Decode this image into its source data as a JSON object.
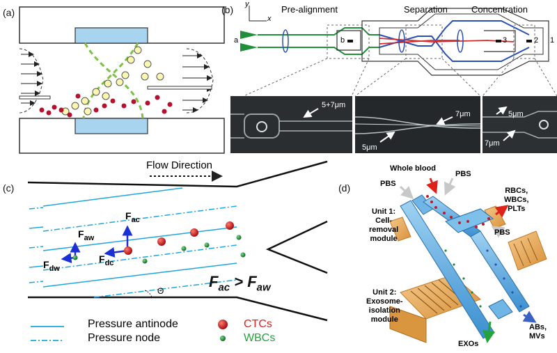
{
  "panel_labels": {
    "a": "(a)",
    "b": "(b)",
    "c": "(c)",
    "d": "(d)"
  },
  "panel_b": {
    "axis_x": "x",
    "axis_y": "y",
    "stage_labels": [
      "Pre-alignment",
      "Separation",
      "Concentration"
    ],
    "inlet_label": "a",
    "node_labels": [
      "b",
      "3",
      "2",
      "1"
    ],
    "micrograph_labels": [
      "5+7μm",
      "7μm",
      "5μm",
      "5μm",
      "7μm"
    ]
  },
  "panel_c": {
    "flow_direction": "Flow Direction",
    "forces": {
      "ac_base": "F",
      "ac_sub": "ac",
      "aw_base": "F",
      "aw_sub": "aw",
      "dc_base": "F",
      "dc_sub": "dc",
      "dw_base": "F",
      "dw_sub": "dw"
    },
    "condition": {
      "lhs_base": "F",
      "lhs_sub": "ac",
      "op": " > ",
      "rhs_base": "F",
      "rhs_sub": "aw"
    },
    "angle": "Θ",
    "legend": {
      "antinode": "Pressure antinode",
      "node": "Pressure node",
      "ctcs": "CTCs",
      "wbcs": "WBCs"
    }
  },
  "panel_d": {
    "whole_blood": "Whole blood",
    "pbs_top": "PBS",
    "pbs_left": "PBS",
    "pbs_right": "PBS",
    "outlet1": [
      "RBCs,",
      "WBCs,",
      "PLTs"
    ],
    "unit1": [
      "Unit 1:",
      "Cell-",
      "removal",
      "module"
    ],
    "unit2": [
      "Unit 2:",
      "Exosome-",
      "isolation",
      "module"
    ],
    "exos": "EXOs",
    "abs": [
      "ABs,",
      "MVs"
    ]
  },
  "colors": {
    "ctc": "#c4161c",
    "wbc": "#1a8a3a",
    "node_line": "#1aa7e0",
    "force_arrow": "#1a2fd6",
    "ctc_label": "#e0201b",
    "wbc_label": "#22a33b",
    "pzt_blue": "#a9d4ef",
    "wave_green": "#7cc142"
  }
}
